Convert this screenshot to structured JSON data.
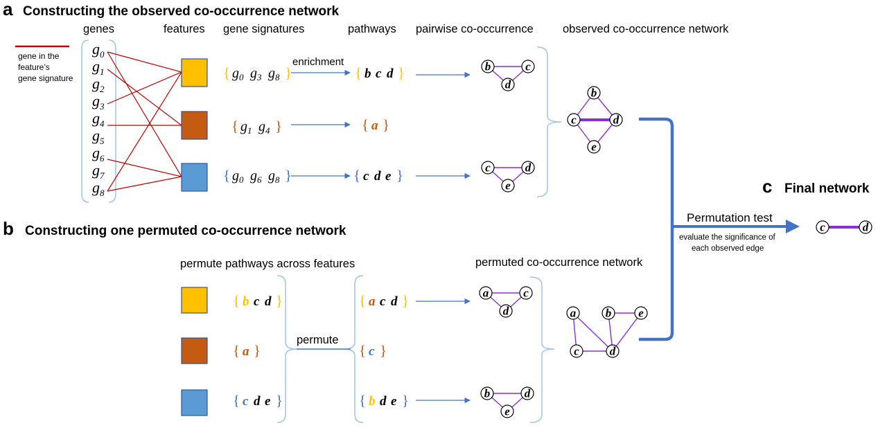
{
  "section_a": {
    "letter": "a",
    "title": "Constructing the observed co-occurrence network",
    "headers": {
      "genes": "genes",
      "features": "features",
      "gene_signatures": "gene signatures",
      "pathways": "pathways",
      "pairwise": "pairwise co-occurrence",
      "observed": "observed co-occurrence network"
    },
    "legend_lines": [
      "gene in the",
      "feature’s",
      "gene signature"
    ],
    "gene_letter": "g",
    "gene_subscripts": [
      "0",
      "1",
      "2",
      "3",
      "4",
      "5",
      "6",
      "7",
      "8"
    ],
    "enrichment_label": "enrichment",
    "signatures": [
      [
        {
          "l": "g",
          "s": "0"
        },
        {
          "l": "g",
          "s": "3"
        },
        {
          "l": "g",
          "s": "8"
        }
      ],
      [
        {
          "l": "g",
          "s": "1"
        },
        {
          "l": "g",
          "s": "4"
        }
      ],
      [
        {
          "l": "g",
          "s": "0"
        },
        {
          "l": "g",
          "s": "6"
        },
        {
          "l": "g",
          "s": "8"
        }
      ]
    ],
    "pathways": [
      [
        "b",
        "c",
        "d"
      ],
      [
        "a"
      ],
      [
        "c",
        "d",
        "e"
      ]
    ],
    "pairwise_networks": [
      {
        "nodes": [
          "b",
          "c",
          "d"
        ]
      },
      {
        "nodes": [
          "c",
          "d",
          "e"
        ]
      }
    ],
    "observed_network": {
      "nodes": [
        "b",
        "c",
        "d",
        "e"
      ]
    }
  },
  "section_b": {
    "letter": "b",
    "title": "Constructing one permuted co-occurrence network",
    "header_permute_across": "permute pathways across features",
    "header_permuted_network": "permuted co-occurrence network",
    "permute_label": "permute",
    "original_pathways": [
      [
        "b",
        "c",
        "d"
      ],
      [
        "a"
      ],
      [
        "c",
        "d",
        "e"
      ]
    ],
    "permuted_pathways": [
      [
        "a",
        "c",
        "d"
      ],
      [
        "c"
      ],
      [
        "b",
        "d",
        "e"
      ]
    ],
    "pairwise_networks": [
      {
        "nodes": [
          "a",
          "c",
          "d"
        ]
      },
      {
        "nodes": [
          "b",
          "d",
          "e"
        ]
      }
    ],
    "permuted_network": {
      "nodes": [
        "a",
        "b",
        "c",
        "d",
        "e"
      ]
    }
  },
  "section_c": {
    "letter": "c",
    "title": "Final network",
    "permutation_test": "Permutation test",
    "evaluate_lines": [
      "evaluate the significance of",
      "each observed edge"
    ],
    "final_network": {
      "nodes": [
        "c",
        "d"
      ]
    }
  },
  "colors": {
    "feature_yellow": "#FFC000",
    "feature_orange": "#C55A11",
    "feature_blue": "#5B9BD5",
    "edge_red": "#C00000",
    "edge_purple": "#8B2BE2",
    "arrow_blue": "#4472C4",
    "brace_blue": "#9DC3E6",
    "pathway_brace": "#F4B183"
  }
}
